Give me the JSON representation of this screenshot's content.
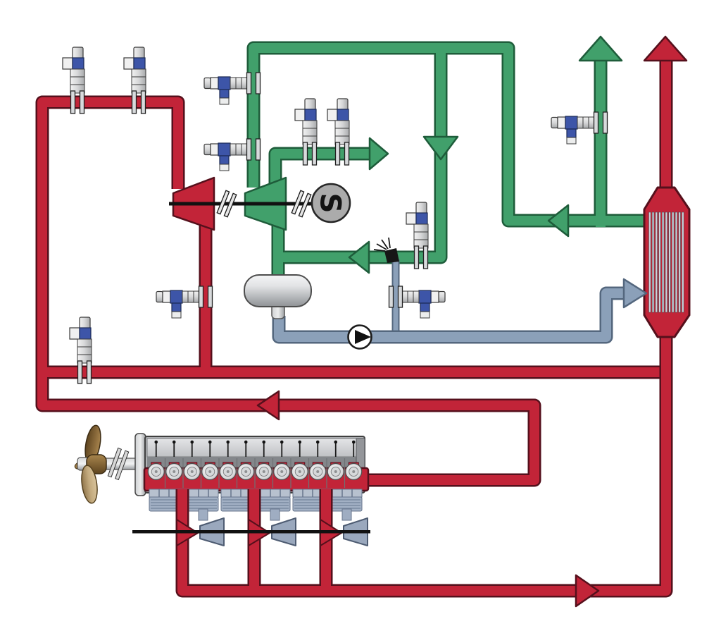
{
  "colors": {
    "background": "#ffffff",
    "exhaust_gas_red": "#c22438",
    "exhaust_dark": "#55101c",
    "steam_green": "#41a06b",
    "steam_dark": "#1e5c3a",
    "water_blue": "#8ba0b9",
    "water_dark": "#54677e",
    "valve_blue": "#3d55a8",
    "valve_blue_dark": "#1c2a55",
    "metal_light": "#e9eaeb",
    "metal_mid": "#b0b2b5",
    "metal_dark": "#84878b",
    "cooler_fill": "#a2b0c4",
    "cooler_line": "#67758c",
    "propeller_brown": "#8a6a3b"
  },
  "generator": {
    "label": "S"
  },
  "counts": {
    "engine_cylinders": 12,
    "turbochargers": 3,
    "economizer_tubes": 11,
    "cooler_sections": 3,
    "control_valves": 11
  },
  "components": [
    "exhaust-gas-line-red",
    "steam-line-green",
    "feedwater-line-blue",
    "power-turbine",
    "steam-turbine",
    "generator",
    "shaft-coupling",
    "steam-drum",
    "feedwater-pump",
    "spray-nozzle",
    "exhaust-gas-economizer",
    "main-engine",
    "propeller",
    "charge-air-cooler",
    "turbocharger",
    "control-valve",
    "flow-arrow"
  ]
}
